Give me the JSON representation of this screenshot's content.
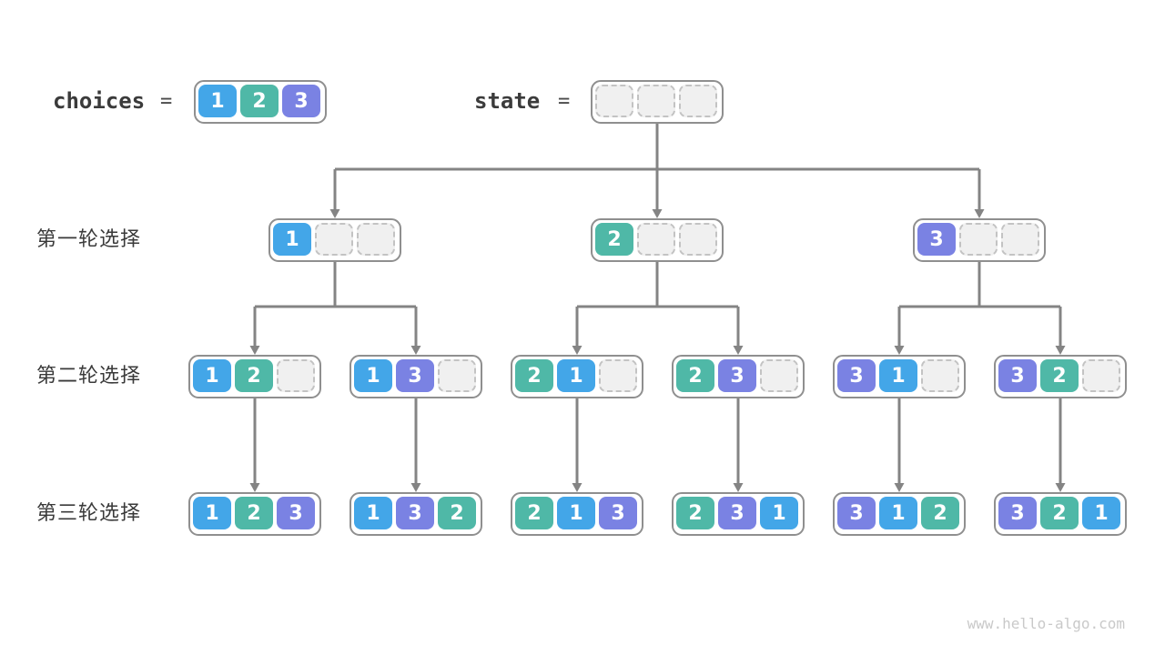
{
  "header": {
    "choices_label": "choices",
    "state_label": "state",
    "equals": "=",
    "choices_cells": [
      "1",
      "2",
      "3"
    ],
    "state_cells": [
      null,
      null,
      null
    ]
  },
  "rows": [
    {
      "label": "第一轮选择",
      "boxes": [
        [
          "1",
          null,
          null
        ],
        [
          "2",
          null,
          null
        ],
        [
          "3",
          null,
          null
        ]
      ]
    },
    {
      "label": "第二轮选择",
      "boxes": [
        [
          "1",
          "2",
          null
        ],
        [
          "1",
          "3",
          null
        ],
        [
          "2",
          "1",
          null
        ],
        [
          "2",
          "3",
          null
        ],
        [
          "3",
          "1",
          null
        ],
        [
          "3",
          "2",
          null
        ]
      ]
    },
    {
      "label": "第三轮选择",
      "boxes": [
        [
          "1",
          "2",
          "3"
        ],
        [
          "1",
          "3",
          "2"
        ],
        [
          "2",
          "1",
          "3"
        ],
        [
          "2",
          "3",
          "1"
        ],
        [
          "3",
          "1",
          "2"
        ],
        [
          "3",
          "2",
          "1"
        ]
      ]
    }
  ],
  "colors": {
    "1": "#43a6e8",
    "2": "#4fb8a7",
    "3": "#7a82e3",
    "empty_bg": "#f0f0f0",
    "empty_border": "#c3c3c3",
    "arrow": "#848484",
    "box_border": "#8f8f8f"
  },
  "watermark": "www.hello-algo.com"
}
